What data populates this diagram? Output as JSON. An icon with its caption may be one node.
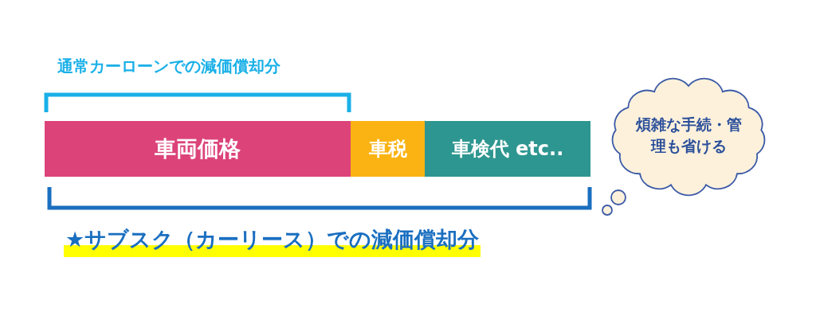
{
  "diagram": {
    "nodes": [
      {
        "text": [
          "車両価格"
        ]
      },
      {
        "text": [
          "車税"
        ]
      },
      {
        "text": [
          "車検代 etc.."
        ]
      },
      {
        "text": [
          "煩雑な手続・管理も省ける"
        ]
      }
    ],
    "labels": [
      "通常カーローンでの減価償却分",
      "★サブスク（カーリース）での減価償却分"
    ]
  }
}
